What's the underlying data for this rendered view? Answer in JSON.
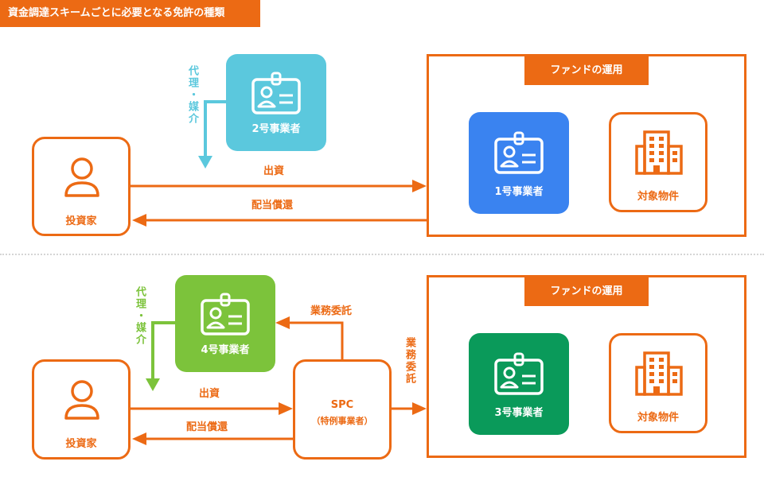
{
  "title": "資金調達スキームごとに必要となる免許の種類",
  "colors": {
    "orange": "#ec6a14",
    "cyan": "#5bc8dd",
    "blue": "#3a83f0",
    "lime": "#7cc33b",
    "green": "#0a9a5a"
  },
  "scheme1": {
    "investor_label": "投資家",
    "license_side_label": "2号事業者",
    "agency_label": "代理・媒介",
    "invest_label": "出資",
    "return_label": "配当償還",
    "fund_label": "ファンドの運用",
    "operator_label": "1号事業者",
    "property_label": "対象物件"
  },
  "scheme2": {
    "investor_label": "投資家",
    "license_side_label": "4号事業者",
    "agency_label": "代理・媒介",
    "invest_label": "出資",
    "return_label": "配当償還",
    "spc_label": "SPC",
    "spc_sub_label": "（特例事業者）",
    "delegate_up_label": "業務委託",
    "delegate_right_label": "業務委託",
    "fund_label": "ファンドの運用",
    "operator_label": "3号事業者",
    "property_label": "対象物件"
  },
  "icons": [
    "person-icon",
    "id-card-icon",
    "building-icon"
  ]
}
